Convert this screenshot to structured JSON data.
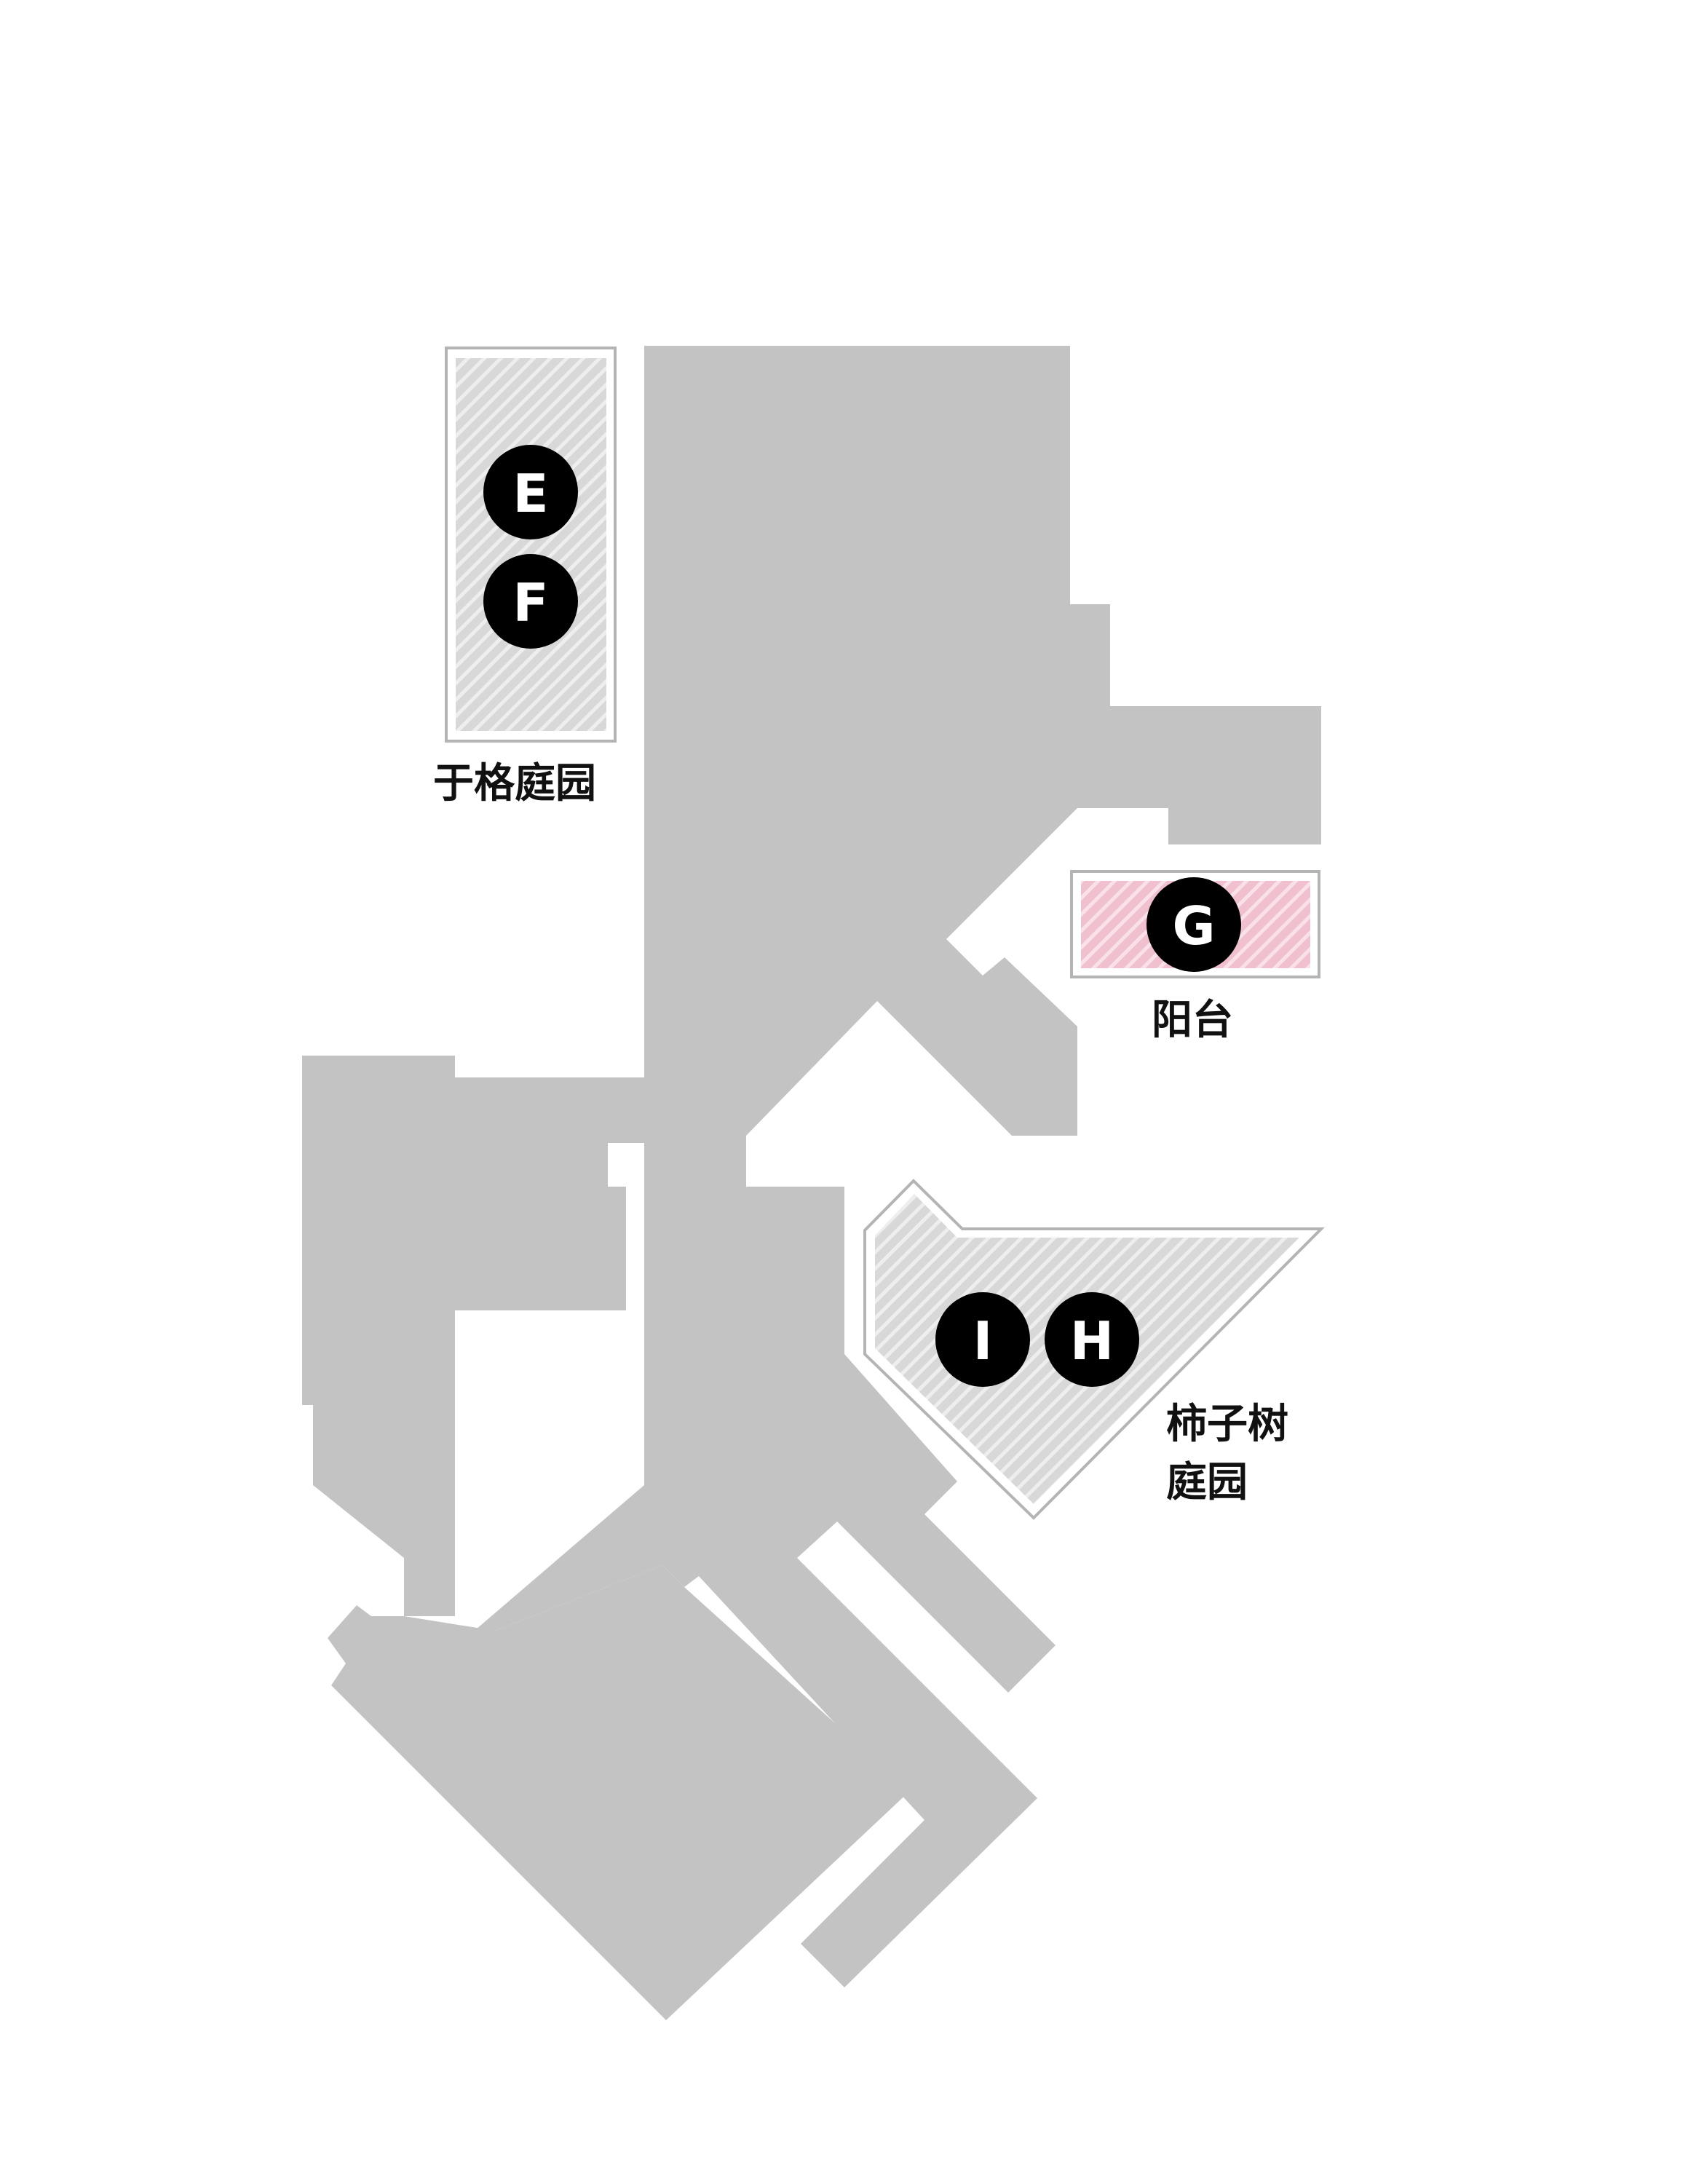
{
  "colors": {
    "building": "#c3c3c3",
    "garden_hatch": "#d8d8d8",
    "garden_stripe": "#eeeeee",
    "balcony_hatch": "#f1c0cf",
    "balcony_stripe": "#f9e1e9",
    "border": "#b4b4b4",
    "marker": "#000000",
    "marker_text": "#ffffff",
    "label_text": "#111111"
  },
  "areas": {
    "tubingen_garden": {
      "label": "于格庭园",
      "markers": [
        "E",
        "F"
      ]
    },
    "balcony": {
      "label": "阳台",
      "markers": [
        "G"
      ]
    },
    "persimmon_garden": {
      "label_line1": "柿子树",
      "label_line2": "庭园",
      "markers": [
        "I",
        "H"
      ]
    }
  }
}
